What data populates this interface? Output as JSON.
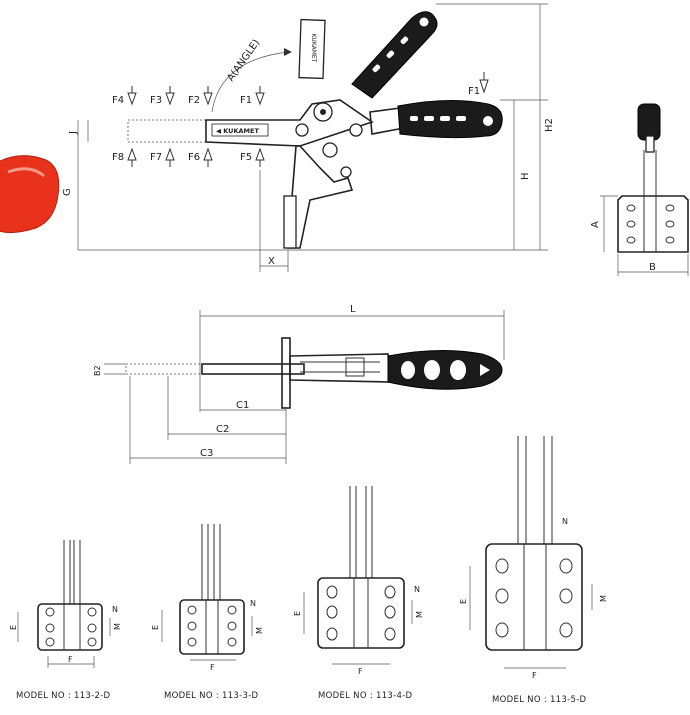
{
  "side_view": {
    "angle_label": "A(ANGLE)",
    "force_top": [
      "F4",
      "F3",
      "F2",
      "F1"
    ],
    "force_bottom": [
      "F8",
      "F7",
      "F6",
      "F5"
    ],
    "force_handle": "F1",
    "dims": {
      "J": "J",
      "G": "G",
      "H": "H",
      "H2": "H2",
      "X": "X"
    }
  },
  "end_view": {
    "dims": {
      "A": "A",
      "B": "B"
    }
  },
  "top_view": {
    "dims": {
      "L": "L",
      "B2": "B2",
      "C1": "C1",
      "C2": "C2",
      "C3": "C3"
    }
  },
  "models": [
    {
      "label": "MODEL NO : 113-2-D",
      "dims": {
        "E": "E",
        "F": "F",
        "M": "M",
        "N": "N"
      }
    },
    {
      "label": "MODEL NO : 113-3-D",
      "dims": {
        "E": "E",
        "F": "F",
        "M": "M",
        "N": "N"
      }
    },
    {
      "label": "MODEL NO : 113-4-D",
      "dims": {
        "E": "E",
        "F": "F",
        "M": "M",
        "N": "N"
      }
    },
    {
      "label": "MODEL NO : 113-5-D",
      "dims": {
        "E": "E",
        "F": "F",
        "M": "M",
        "N": "N"
      }
    }
  ],
  "colors": {
    "accent_red": "#e8321c",
    "ink": "#222222",
    "grip": "#1b1b1b"
  }
}
